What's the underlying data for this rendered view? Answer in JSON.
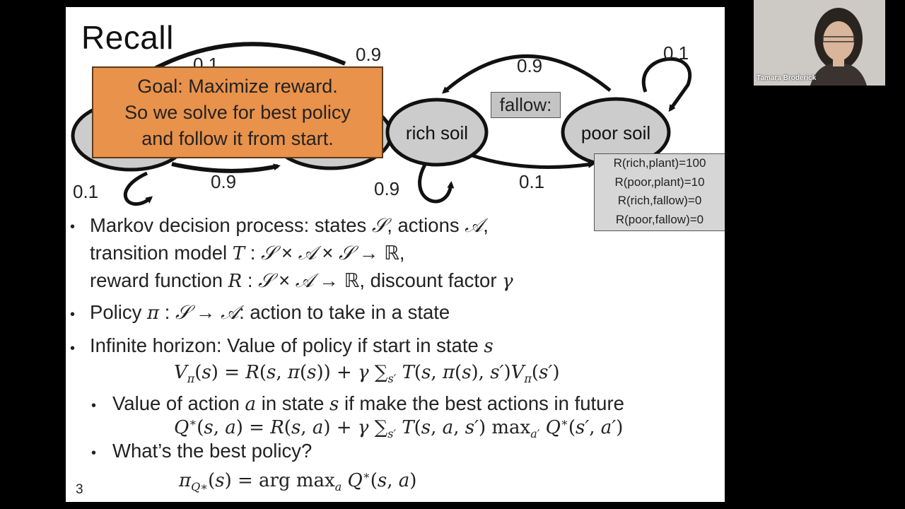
{
  "slide": {
    "title": "Recall",
    "page_number": "3",
    "goal_box": {
      "line1": "Goal: Maximize reward.",
      "line2": "So we solve for best policy",
      "line3": "and follow it from start."
    },
    "diagram": {
      "state_rich": "rich soil",
      "state_poor": "poor soil",
      "action_label": "fallow:",
      "probabilities": {
        "left_top": "0.1",
        "left_bottom_loop": "0.1",
        "left_bottom": "0.9",
        "top_left": "0.9",
        "top_arrow": "0.9",
        "poor_loop": "0.1",
        "rich_loop": "0.9",
        "bottom_arrow": "0.1"
      },
      "rewards": [
        "R(rich,plant)=100",
        "R(poor,plant)=10",
        "R(rich,fallow)=0",
        "R(poor,fallow)=0"
      ]
    },
    "bullets": {
      "b1_line1_a": "Markov decision process: states",
      "b1_line1_b": ", actions",
      "b1_line2_a": "transition model",
      "b1_line3_a": "reward function",
      "b1_line3_b": ", discount factor",
      "b2_a": "Policy",
      "b2_b": ": action to take in a state",
      "b3_a": "Infinite horizon: Value of policy if start in state",
      "b3_var": "s",
      "sub1_a": "Value of action",
      "sub1_var_a": "a",
      "sub1_b": "in state",
      "sub1_var_s": "s",
      "sub1_c": "if make the best actions in future",
      "sub2": "What’s the best policy?"
    }
  },
  "video": {
    "participant_name": "Tamara Broderick"
  },
  "colors": {
    "goal_box": "#e9924b",
    "state_fill": "#cccccc",
    "slide_bg": "#ffffff",
    "page_bg": "#000000"
  }
}
